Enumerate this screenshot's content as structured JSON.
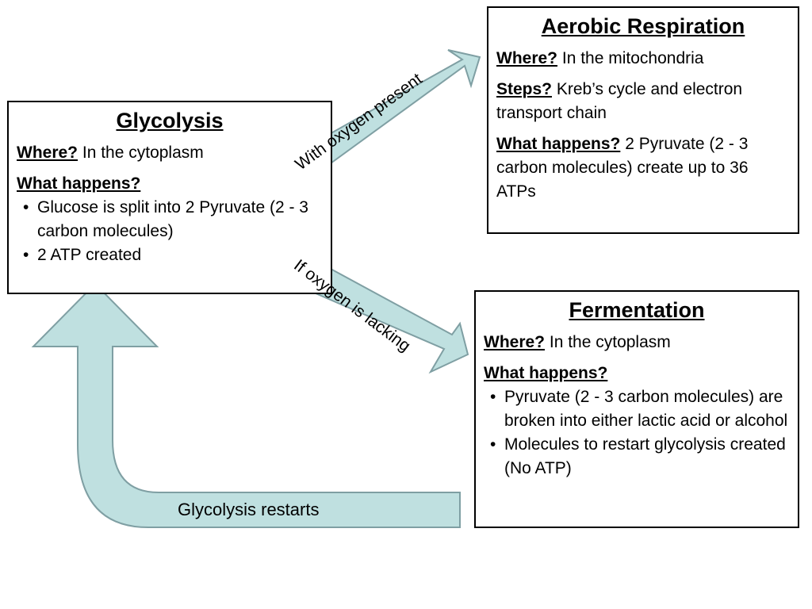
{
  "glycolysis": {
    "title": "Glycolysis",
    "where_label": "Where?",
    "where_value": "In the cytoplasm",
    "what_label": "What happens?",
    "bullets": [
      "Glucose is split into 2 Pyruvate (2 - 3 carbon molecules)",
      "2 ATP created"
    ]
  },
  "aerobic": {
    "title": "Aerobic Respiration",
    "where_label": "Where?",
    "where_value": "In the mitochondria",
    "steps_label": "Steps?",
    "steps_value": "Kreb’s cycle and electron transport chain",
    "what_label": "What happens?",
    "what_value": "2 Pyruvate (2 - 3 carbon molecules) create up to 36 ATPs"
  },
  "fermentation": {
    "title": "Fermentation",
    "where_label": "Where?",
    "where_value": "In the cytoplasm",
    "what_label": "What happens?",
    "bullets": [
      "Pyruvate (2 - 3 carbon molecules) are broken into either lactic acid or alcohol",
      "Molecules to restart glycolysis created (No ATP)"
    ]
  },
  "arrows": {
    "oxygen_present": "With oxygen present",
    "oxygen_lacking": "If oxygen is lacking",
    "restarts": "Glycolysis restarts"
  },
  "colors": {
    "arrow_fill": "#bfe0e0",
    "arrow_stroke": "#7f9fa3"
  }
}
